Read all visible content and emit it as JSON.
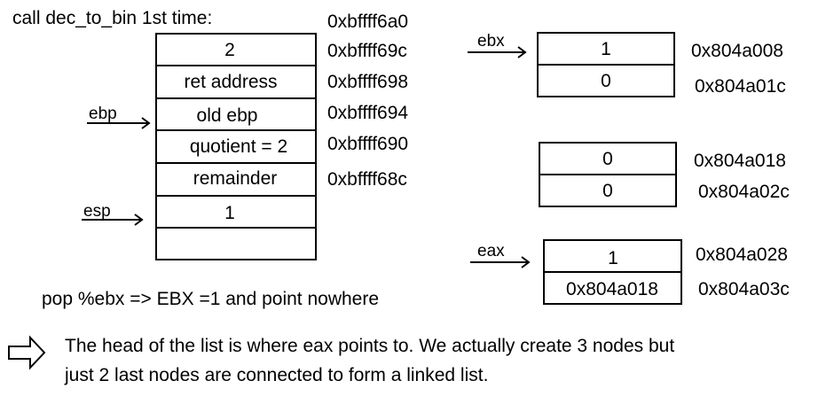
{
  "diagram": {
    "title": "call dec_to_bin  1st  time:",
    "top_address": "0xbffff6a0",
    "stack": {
      "cells": [
        "2",
        "ret address",
        "old ebp",
        "quotient = 2",
        "remainder",
        "1",
        ""
      ],
      "addresses": [
        "0xbffff69c",
        "0xbffff698",
        "0xbffff694",
        "0xbffff690",
        "0xbffff68c"
      ],
      "ebp_label": "ebp",
      "esp_label": "esp"
    },
    "pop_note": "pop %ebx => EBX =1 and point nowhere",
    "nodes": [
      {
        "pointer": "ebx",
        "values": [
          "1",
          "0"
        ],
        "addresses": [
          "0x804a008",
          "0x804a01c"
        ]
      },
      {
        "pointer": "",
        "values": [
          "0",
          "0"
        ],
        "addresses": [
          "0x804a018",
          "0x804a02c"
        ]
      },
      {
        "pointer": "eax",
        "values": [
          "1",
          "0x804a018"
        ],
        "addresses": [
          "0x804a028",
          "0x804a03c"
        ]
      }
    ],
    "explanation_line1": "The head of the list is where eax points to. We actually create 3 nodes but",
    "explanation_line2": "just 2 last nodes are connected to form a linked list."
  }
}
